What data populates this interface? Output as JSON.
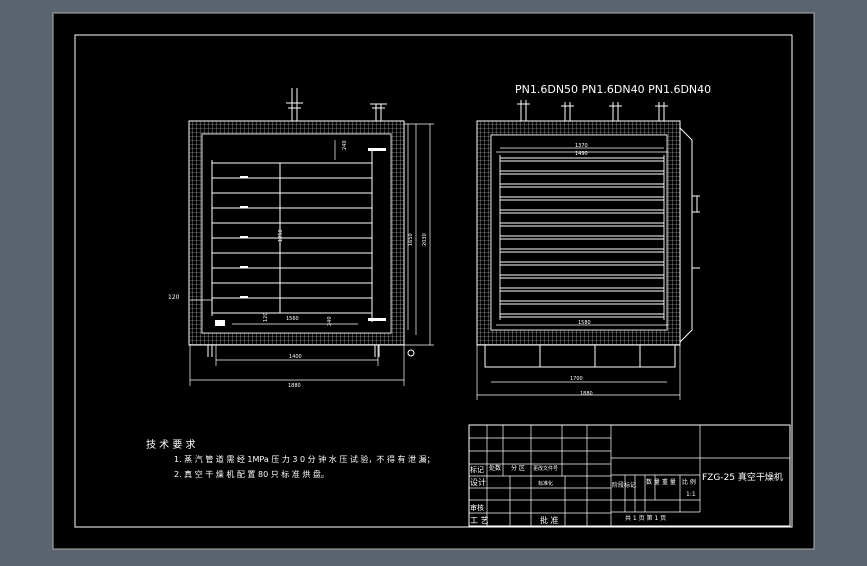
{
  "drawing": {
    "pipe_spec": "PN1.6DN50  PN1.6DN40  PN1.6DN40",
    "front_view": {
      "dim_top_small": "240",
      "dim_left_120": "120",
      "dim_shelf_height": "1250",
      "dim_right_inner": "1650",
      "dim_right_outer": "2030",
      "dim_bottom_120": "120",
      "dim_shelf_width": "1560",
      "dim_bottom_240": "240",
      "dim_width_inner": "1400",
      "dim_width_outer": "1880"
    },
    "side_view": {
      "dim_top_1": "1370",
      "dim_top_2": "1490",
      "dim_shelf": "1580",
      "dim_inner": "1700",
      "dim_outer": "1880"
    }
  },
  "notes": {
    "heading": "技 术 要 求",
    "item1": "1. 蒸 汽 管 道 需 经 1MPa 压 力 3 0 分 钟 水 压 试 验，不 得 有 泄 漏；",
    "item2": "2. 真 空 干 燥 机 配 置 80 只 标 准 烘 盘。"
  },
  "title_block": {
    "title": "FZG-25 真空干燥机",
    "label_biaoji": "标记",
    "label_chushu": "处数",
    "label_fenqu": "分 区",
    "label_gengai": "更改文件号",
    "label_sheji": "设计",
    "label_biaozhun": "标准化",
    "label_shenhe": "审核",
    "label_gongyi": "工 艺",
    "label_pizhun": "批 准",
    "label_jieduan": "阶段标记",
    "label_zhongliang": "重 量",
    "label_bili": "比 例",
    "label_shuliang": "数 量",
    "scale_value": "1:1",
    "sheet_info": "共 1 页   第 1 页"
  }
}
